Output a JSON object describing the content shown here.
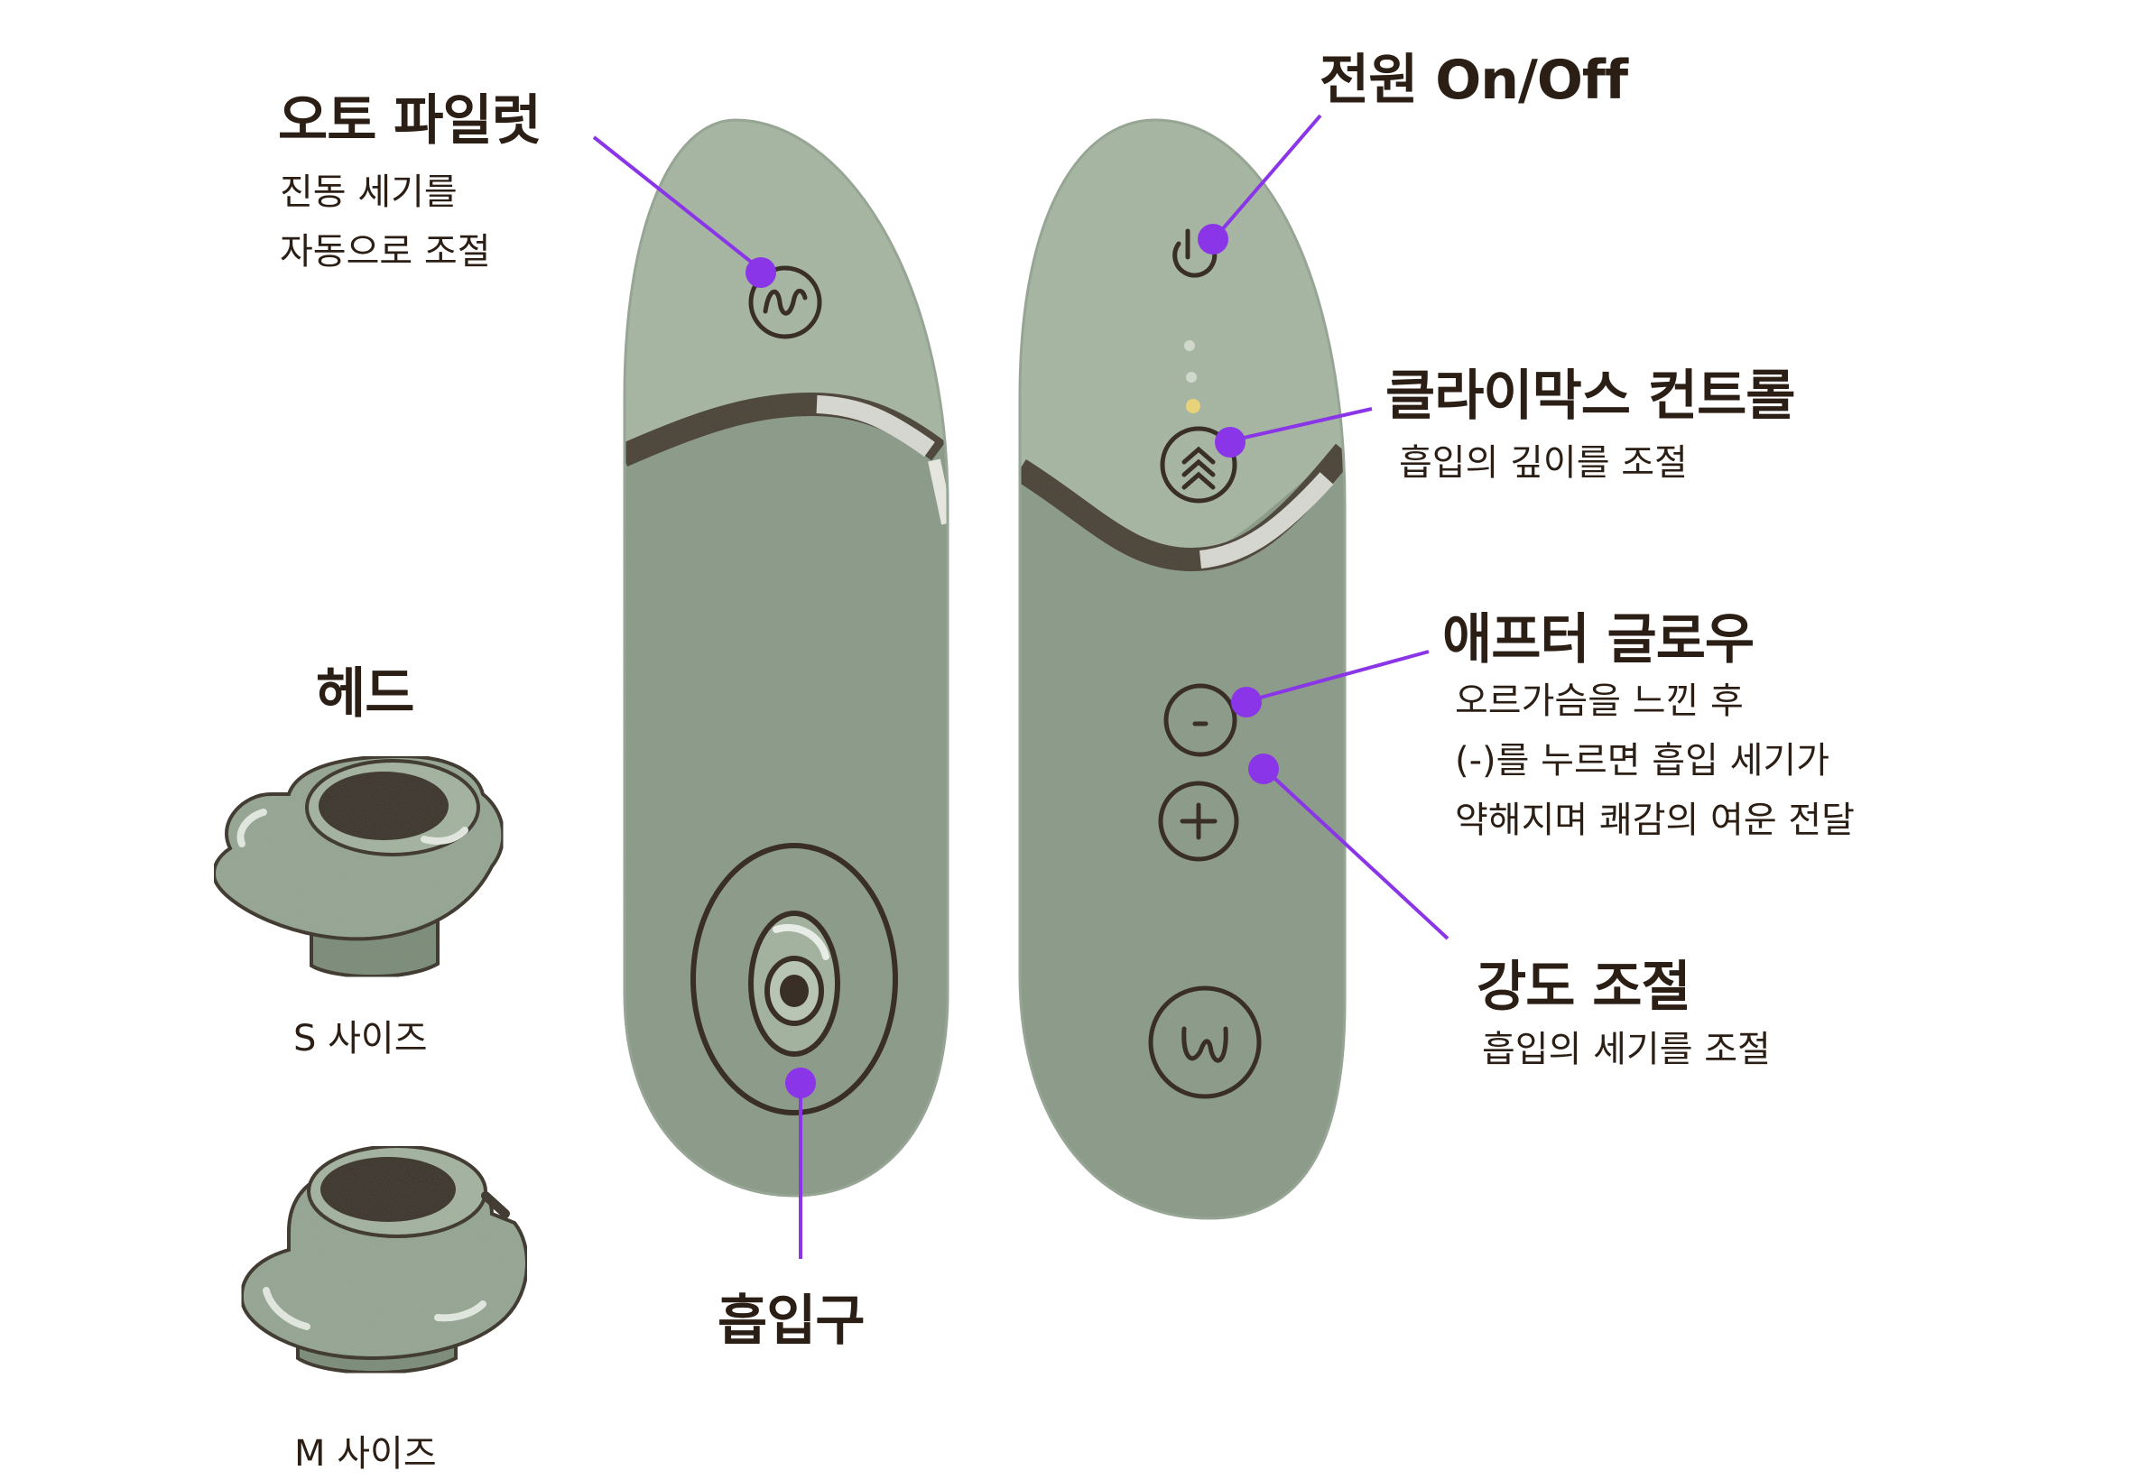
{
  "colors": {
    "accent": "#8a35e8",
    "device_light": "#aab9a6",
    "device_dark": "#8e9d8b",
    "outline": "#3a2f27",
    "text": "#2b1e14"
  },
  "labels": {
    "auto_pilot": {
      "title": "오토 파일럿",
      "desc": [
        "진동 세기를",
        "자동으로 조절"
      ]
    },
    "power": {
      "title": "전원 On/Off"
    },
    "climax_control": {
      "title": "클라이막스 컨트롤",
      "desc": [
        "흡입의 깊이를 조절"
      ]
    },
    "after_glow": {
      "title": "애프터 글로우",
      "desc": [
        "오르가슴을 느낀 후",
        "(-)를 누르면 흡입 세기가",
        "약해지며 쾌감의 여운 전달"
      ]
    },
    "intensity": {
      "title": "강도 조절",
      "desc": [
        "흡입의 세기를 조절"
      ]
    },
    "suction_port": {
      "title": "흡입구"
    },
    "head": {
      "title": "헤드",
      "size_s": "S 사이즈",
      "size_m": "M 사이즈"
    }
  },
  "icons": [
    "auto-pilot-wave-icon",
    "power-icon",
    "climax-chevron-icon",
    "minus-icon",
    "plus-icon",
    "womanizer-logo-icon"
  ]
}
